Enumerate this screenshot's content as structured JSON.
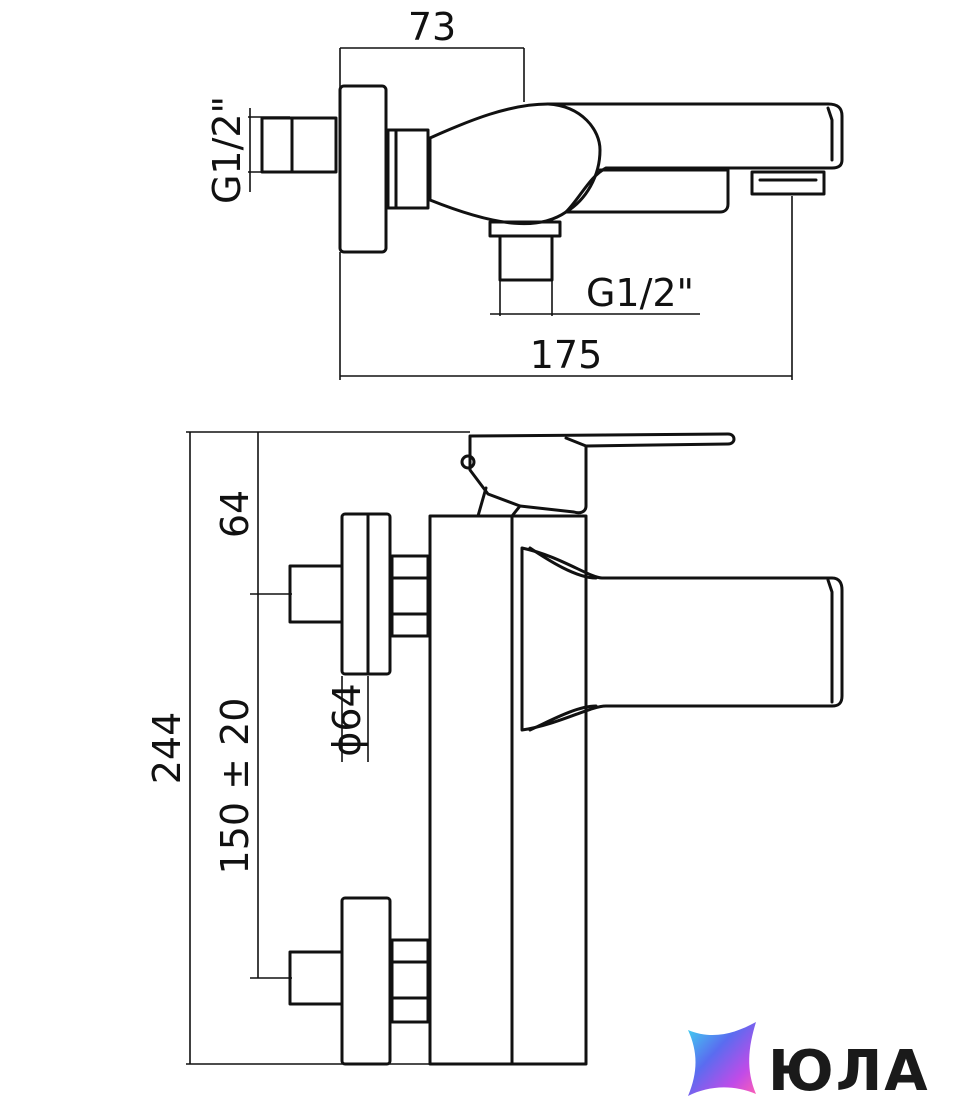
{
  "dimensions": {
    "top_width": "73",
    "top_thread_left": "G1/2\"",
    "top_thread_bottom": "G1/2\"",
    "top_total": "175",
    "side_total": "244",
    "side_upper": "64",
    "side_center": "150 ± 20",
    "flange_diameter": "ϕ64"
  },
  "brand": {
    "name": "ЮЛА",
    "colors": [
      "#3fd8f0",
      "#5a6cf0",
      "#c04be8",
      "#ff5fb4"
    ]
  }
}
